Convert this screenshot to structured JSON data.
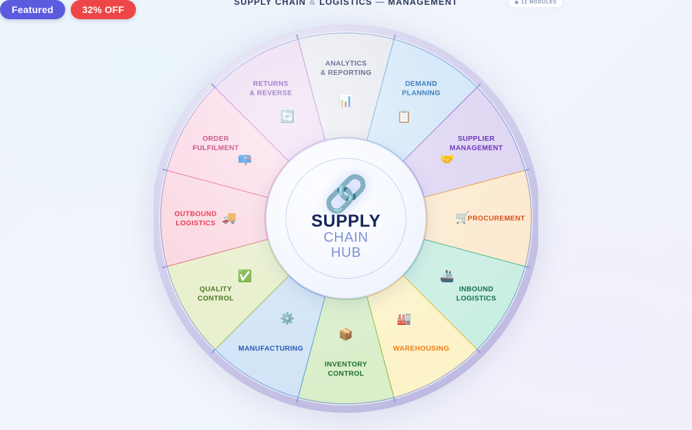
{
  "header": {
    "title_a": "SUPPLY CHAIN",
    "title_amp": "&",
    "title_b": "LOGISTICS",
    "title_dash": "—",
    "title_c": "MANAGEMENT",
    "badges": {
      "featured": "Featured",
      "discount": "32% OFF"
    },
    "modules_badge": "12 MODULES"
  },
  "hub": {
    "icon": "🔗",
    "icon_name": "chain-link-icon",
    "line1": "SUPPLY",
    "line2": "CHAIN",
    "line3": "HUB",
    "line1_color": "#17245c",
    "line2_color": "#7b94d4"
  },
  "wheel": {
    "segment_count": 12,
    "outer_ring_color": "#c9c6e8",
    "segments": [
      {
        "label_line1": "ANALYTICS",
        "label_line2": "& REPORTING",
        "icon": "📊",
        "icon_name": "bar-chart-icon",
        "fill": "#e5e7ee",
        "stroke": "#9aa0bb",
        "text_color": "#1f2b63"
      },
      {
        "label_line1": "DEMAND",
        "label_line2": "PLANNING",
        "icon": "📋",
        "icon_name": "clipboard-icon",
        "fill": "#cfe6f8",
        "stroke": "#5aa8dd",
        "text_color": "#1464ac"
      },
      {
        "label_line1": "SUPPLIER",
        "label_line2": "MANAGEMENT",
        "icon": "🤝",
        "icon_name": "handshake-icon",
        "fill": "#ddd3f2",
        "stroke": "#9b76d8",
        "text_color": "#5b21b6"
      },
      {
        "label_line1": "PROCUREMENT",
        "label_line2": "",
        "icon": "🛒",
        "icon_name": "shopping-cart-icon",
        "fill": "#fdeacd",
        "stroke": "#f0a33c",
        "text_color": "#d44a10"
      },
      {
        "label_line1": "INBOUND",
        "label_line2": "LOGISTICS",
        "icon": "🚢",
        "icon_name": "ship-icon",
        "fill": "#c9eee2",
        "stroke": "#3fbf97",
        "text_color": "#0f6b4f"
      },
      {
        "label_line1": "WAREHOUSING",
        "label_line2": "",
        "icon": "🏭",
        "icon_name": "factory-icon",
        "fill": "#fdf3c6",
        "stroke": "#f0c33c",
        "text_color": "#f07a10"
      },
      {
        "label_line1": "INVENTORY",
        "label_line2": "CONTROL",
        "icon": "📦",
        "icon_name": "package-box-icon",
        "fill": "#d8eec6",
        "stroke": "#7ec24f",
        "text_color": "#186b2e"
      },
      {
        "label_line1": "MANUFACTURING",
        "label_line2": "",
        "icon": "⚙️",
        "icon_name": "gear-icon",
        "fill": "#cfe3f6",
        "stroke": "#5a9fdd",
        "text_color": "#1a4fb0"
      },
      {
        "label_line1": "QUALITY",
        "label_line2": "CONTROL",
        "icon": "✅",
        "icon_name": "check-mark-icon",
        "fill": "#e7efc7",
        "stroke": "#a8c248",
        "text_color": "#3c6b14"
      },
      {
        "label_line1": "OUTBOUND",
        "label_line2": "LOGISTICS",
        "icon": "🚚",
        "icon_name": "truck-icon",
        "fill": "#fbd3dd",
        "stroke": "#ea5a7e",
        "text_color": "#e01030"
      },
      {
        "label_line1": "ORDER",
        "label_line2": "FULFILMENT",
        "icon": "📪",
        "icon_name": "mailbox-icon",
        "fill": "#fbd2e2",
        "stroke": "#e85a9a",
        "text_color": "#a8004c"
      },
      {
        "label_line1": "RETURNS",
        "label_line2": "& REVERSE",
        "icon": "🔄",
        "icon_name": "refresh-arrows-icon",
        "fill": "#ead4f0",
        "stroke": "#b267d8",
        "text_color": "#5b21a8"
      }
    ]
  }
}
